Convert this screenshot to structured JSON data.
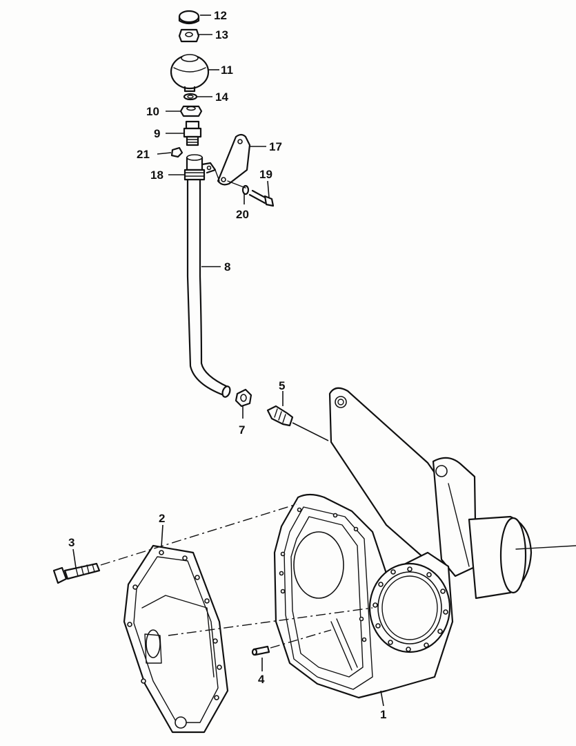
{
  "diagram": {
    "callouts": [
      "1",
      "2",
      "3",
      "4",
      "5",
      "7",
      "8",
      "9",
      "10",
      "11",
      "12",
      "13",
      "14",
      "17",
      "18",
      "19",
      "20",
      "21"
    ]
  }
}
